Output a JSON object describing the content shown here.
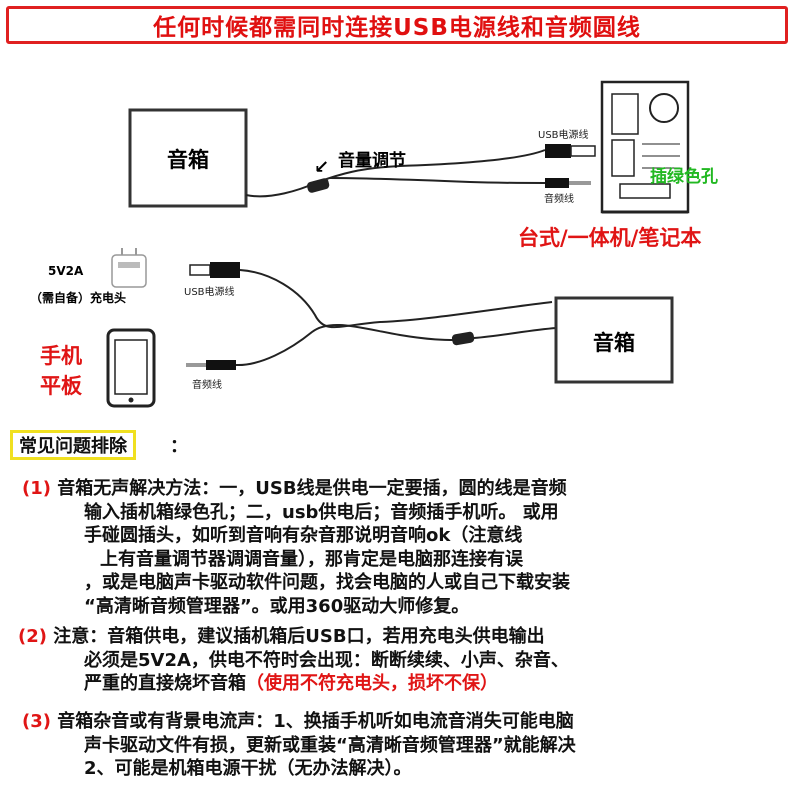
{
  "banner": {
    "text": "任何时候都需同时连接USB电源线和音频圆线"
  },
  "diagram": {
    "speaker_top": "音箱",
    "volume_control": "音量调节",
    "usb_cable_top": "USB电源线",
    "audio_cable_top": "音频线",
    "green_port": "插绿色孔",
    "computer_types": "台式/一体机/笔记本",
    "charger_spec": "5V2A",
    "charger_note": "（需自备）充电头",
    "usb_cable_bottom": "USB电源线",
    "phone_label_1": "手机",
    "phone_label_2": "平板",
    "audio_cable_bottom": "音频线",
    "speaker_bottom": "音箱"
  },
  "troubleshooting": {
    "title": "常见问题排除",
    "colon": "：",
    "item1": {
      "num": "(1)",
      "lines": [
        "音箱无声解决方法：一，USB线是供电一定要插，圆的线是音频",
        "输入插机箱绿色孔；二，usb供电后；音频插手机听。 或用",
        "手碰圆插头，如听到音响有杂音那说明音响ok（注意线",
        "上有音量调节器调调音量），那肯定是电脑那连接有误",
        "，或是电脑声卡驱动软件问题，找会电脑的人或自己下载安装",
        "“高清晰音频管理器”。或用360驱动大师修复。"
      ]
    },
    "item2": {
      "num": "(2)",
      "lines": [
        "注意：音箱供电，建议插机箱后USB口，若用充电头供电输出",
        "必须是5V2A，供电不符时会出现：断断续续、小声、杂音、",
        "严重的直接烧坏音箱"
      ],
      "red_note": "（使用不符充电头，损坏不保）"
    },
    "item3": {
      "num": "(3)",
      "lines": [
        "音箱杂音或有背景电流声：1、换插手机听如电流音消失可能电脑",
        "声卡驱动文件有损，更新或重装“高清晰音频管理器”就能解决",
        "2、可能是机箱电源干扰（无办法解决）。"
      ]
    }
  }
}
